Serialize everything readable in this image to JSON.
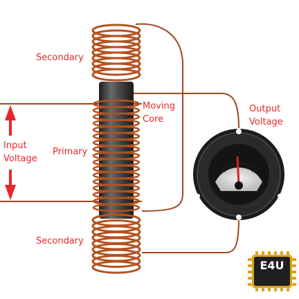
{
  "labels": {
    "secondary_top": "Secondary",
    "secondary_bottom": "Secondary",
    "primary": "Primary",
    "moving_core": [
      "Moving",
      "Core"
    ],
    "output_voltage": [
      "Output",
      "Voltage"
    ],
    "input_voltage": [
      "Input",
      "Voltage"
    ]
  },
  "logo": {
    "text": "E4U"
  },
  "colors": {
    "label_text": "#e8262a",
    "arrow": "#e8262a",
    "wire": "#a0461f",
    "coil_copper": "#b4521e",
    "core": "#4a4a4a",
    "meter_body": "#1b1b1b",
    "meter_face": "#d8d8d8",
    "needle": "#d52020",
    "logo_bg": "#1f1f1f",
    "logo_pins": "#e0a41c"
  },
  "icons": [
    "up-arrow-icon",
    "down-arrow-icon",
    "voltmeter-icon",
    "chip-logo-icon"
  ]
}
